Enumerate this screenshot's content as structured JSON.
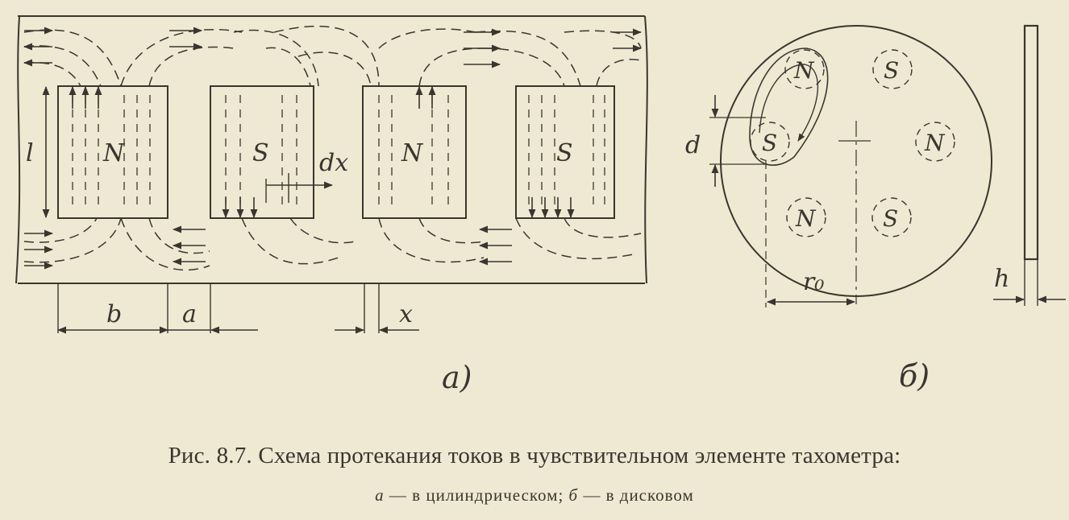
{
  "figure_a": {
    "poles": [
      "N",
      "S",
      "N",
      "S"
    ],
    "dim_l": "l",
    "dim_dx": "dx",
    "dim_b": "b",
    "dim_a": "a",
    "dim_x": "x",
    "panel_label": "a)"
  },
  "figure_b": {
    "poles_upper": [
      "N",
      "S"
    ],
    "poles_middle": [
      "S",
      "N"
    ],
    "poles_lower": [
      "N",
      "S"
    ],
    "dim_d": "d",
    "dim_r0": "r₀",
    "dim_h": "h",
    "panel_label": "б)"
  },
  "caption": {
    "line1": "Рис. 8.7. Схема протекания токов в чувствительном элементе тахометра:",
    "line2_a_letter": "а",
    "line2_a_text": " — в цилиндрическом; ",
    "line2_b_letter": "б",
    "line2_b_text": " — в дисковом"
  }
}
